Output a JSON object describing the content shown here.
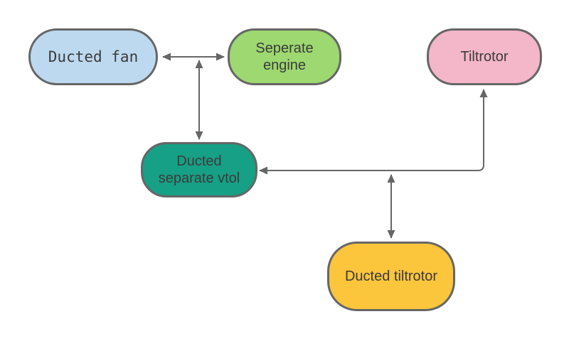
{
  "diagram": {
    "background_color": "#ffffff",
    "node_border_color": "#666666",
    "connector_color": "#666666",
    "text_color": "#3b3b3b",
    "nodes": [
      {
        "id": "ducted-fan",
        "label": "Ducted fan",
        "fill": "#BDD9F0"
      },
      {
        "id": "seperate-engine",
        "label": "Seperate\nengine",
        "fill": "#9DD870"
      },
      {
        "id": "tiltrotor",
        "label": "Tiltrotor",
        "fill": "#F4B6C9"
      },
      {
        "id": "ducted-separate-vtol",
        "label": "Ducted\nseparate vtol",
        "fill": "#16A085"
      },
      {
        "id": "ducted-tiltrotor",
        "label": "Ducted tiltrotor",
        "fill": "#FBC53C"
      }
    ],
    "edges": [
      {
        "from": "ducted-fan",
        "to": "seperate-engine",
        "arrows": "both"
      },
      {
        "from": "ducted-fan-seperate-engine-connector",
        "to": "ducted-separate-vtol",
        "arrows": "both"
      },
      {
        "from": "tiltrotor",
        "to": "ducted-separate-vtol",
        "arrows": "both"
      },
      {
        "from": "ducted-tiltrotor",
        "to": "tiltrotor-vtol-connector",
        "arrows": "both"
      }
    ]
  }
}
